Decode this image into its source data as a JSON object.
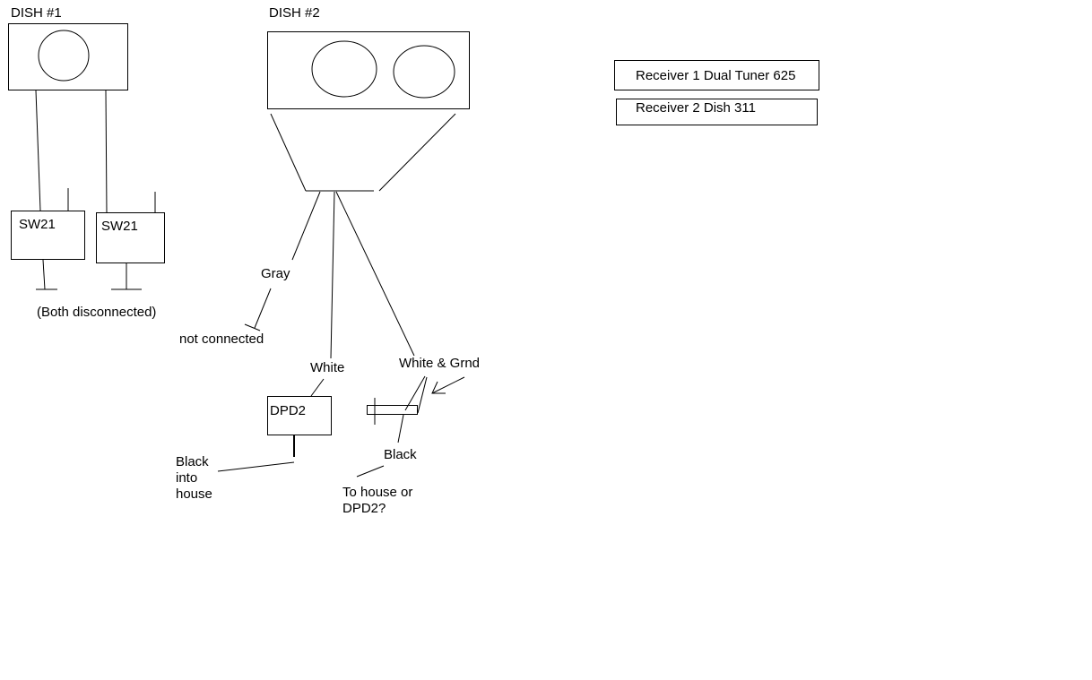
{
  "dish1": {
    "title": "DISH #1"
  },
  "dish2": {
    "title": "DISH #2"
  },
  "switches": [
    {
      "label": "SW21"
    },
    {
      "label": "SW21"
    }
  ],
  "labels": {
    "both_disconnected": "(Both disconnected)",
    "gray": "Gray",
    "not_connected": "not connected",
    "white": "White",
    "white_grnd": "White & Grnd",
    "dpd2": "DPD2",
    "black_into_house": [
      "Black",
      "into",
      "house"
    ],
    "black": "Black",
    "to_house": [
      "To house or",
      "DPD2?"
    ]
  },
  "receivers": [
    {
      "label": "Receiver 1 Dual Tuner 625"
    },
    {
      "label": "Receiver 2 Dish 311"
    }
  ]
}
